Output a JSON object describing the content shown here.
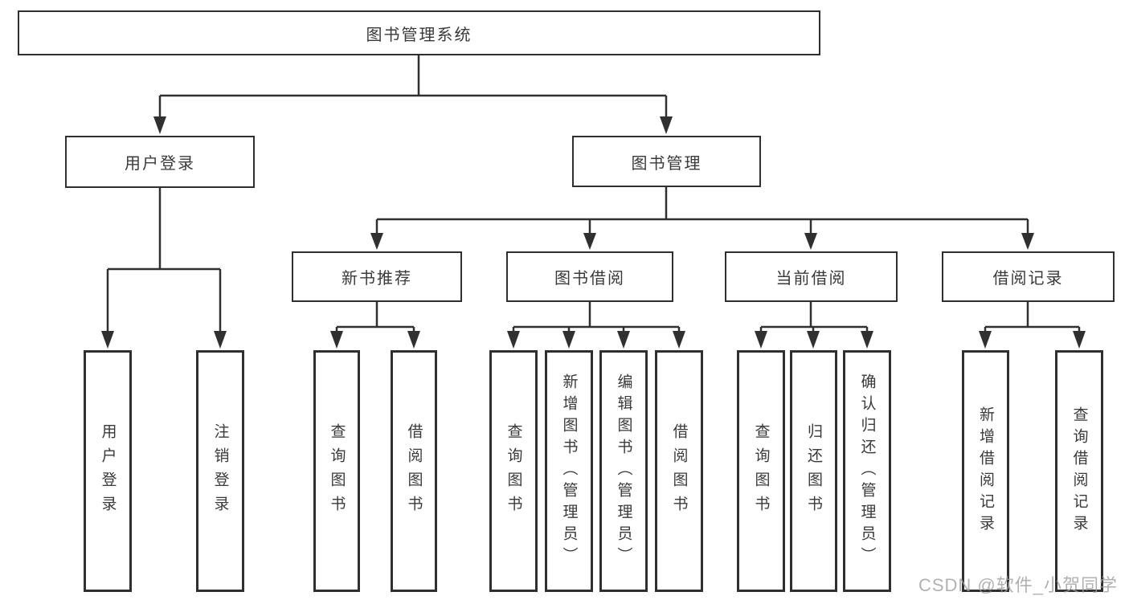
{
  "diagram": {
    "title": "图书管理系统",
    "branches": [
      {
        "label": "用户登录",
        "leaves": [
          "用户登录",
          "注销登录"
        ]
      },
      {
        "label": "图书管理",
        "sections": [
          {
            "label": "新书推荐",
            "leaves": [
              "查询图书",
              "借阅图书"
            ]
          },
          {
            "label": "图书借阅",
            "leaves": [
              "查询图书",
              "新增图书（管理员）",
              "编辑图书（管理员）",
              "借阅图书"
            ]
          },
          {
            "label": "当前借阅",
            "leaves": [
              "查询图书",
              "归还图书",
              "确认归还（管理员）"
            ]
          },
          {
            "label": "借阅记录",
            "leaves": [
              "新增借阅记录",
              "查询借阅记录"
            ]
          }
        ]
      }
    ]
  },
  "watermark": "CSDN @软件_小贺同学",
  "colors": {
    "line": "#303030",
    "box_border": "#2f2f2f",
    "text": "#3a3a3a",
    "watermark_text": "#9e9e9e",
    "background": "#ffffff"
  }
}
